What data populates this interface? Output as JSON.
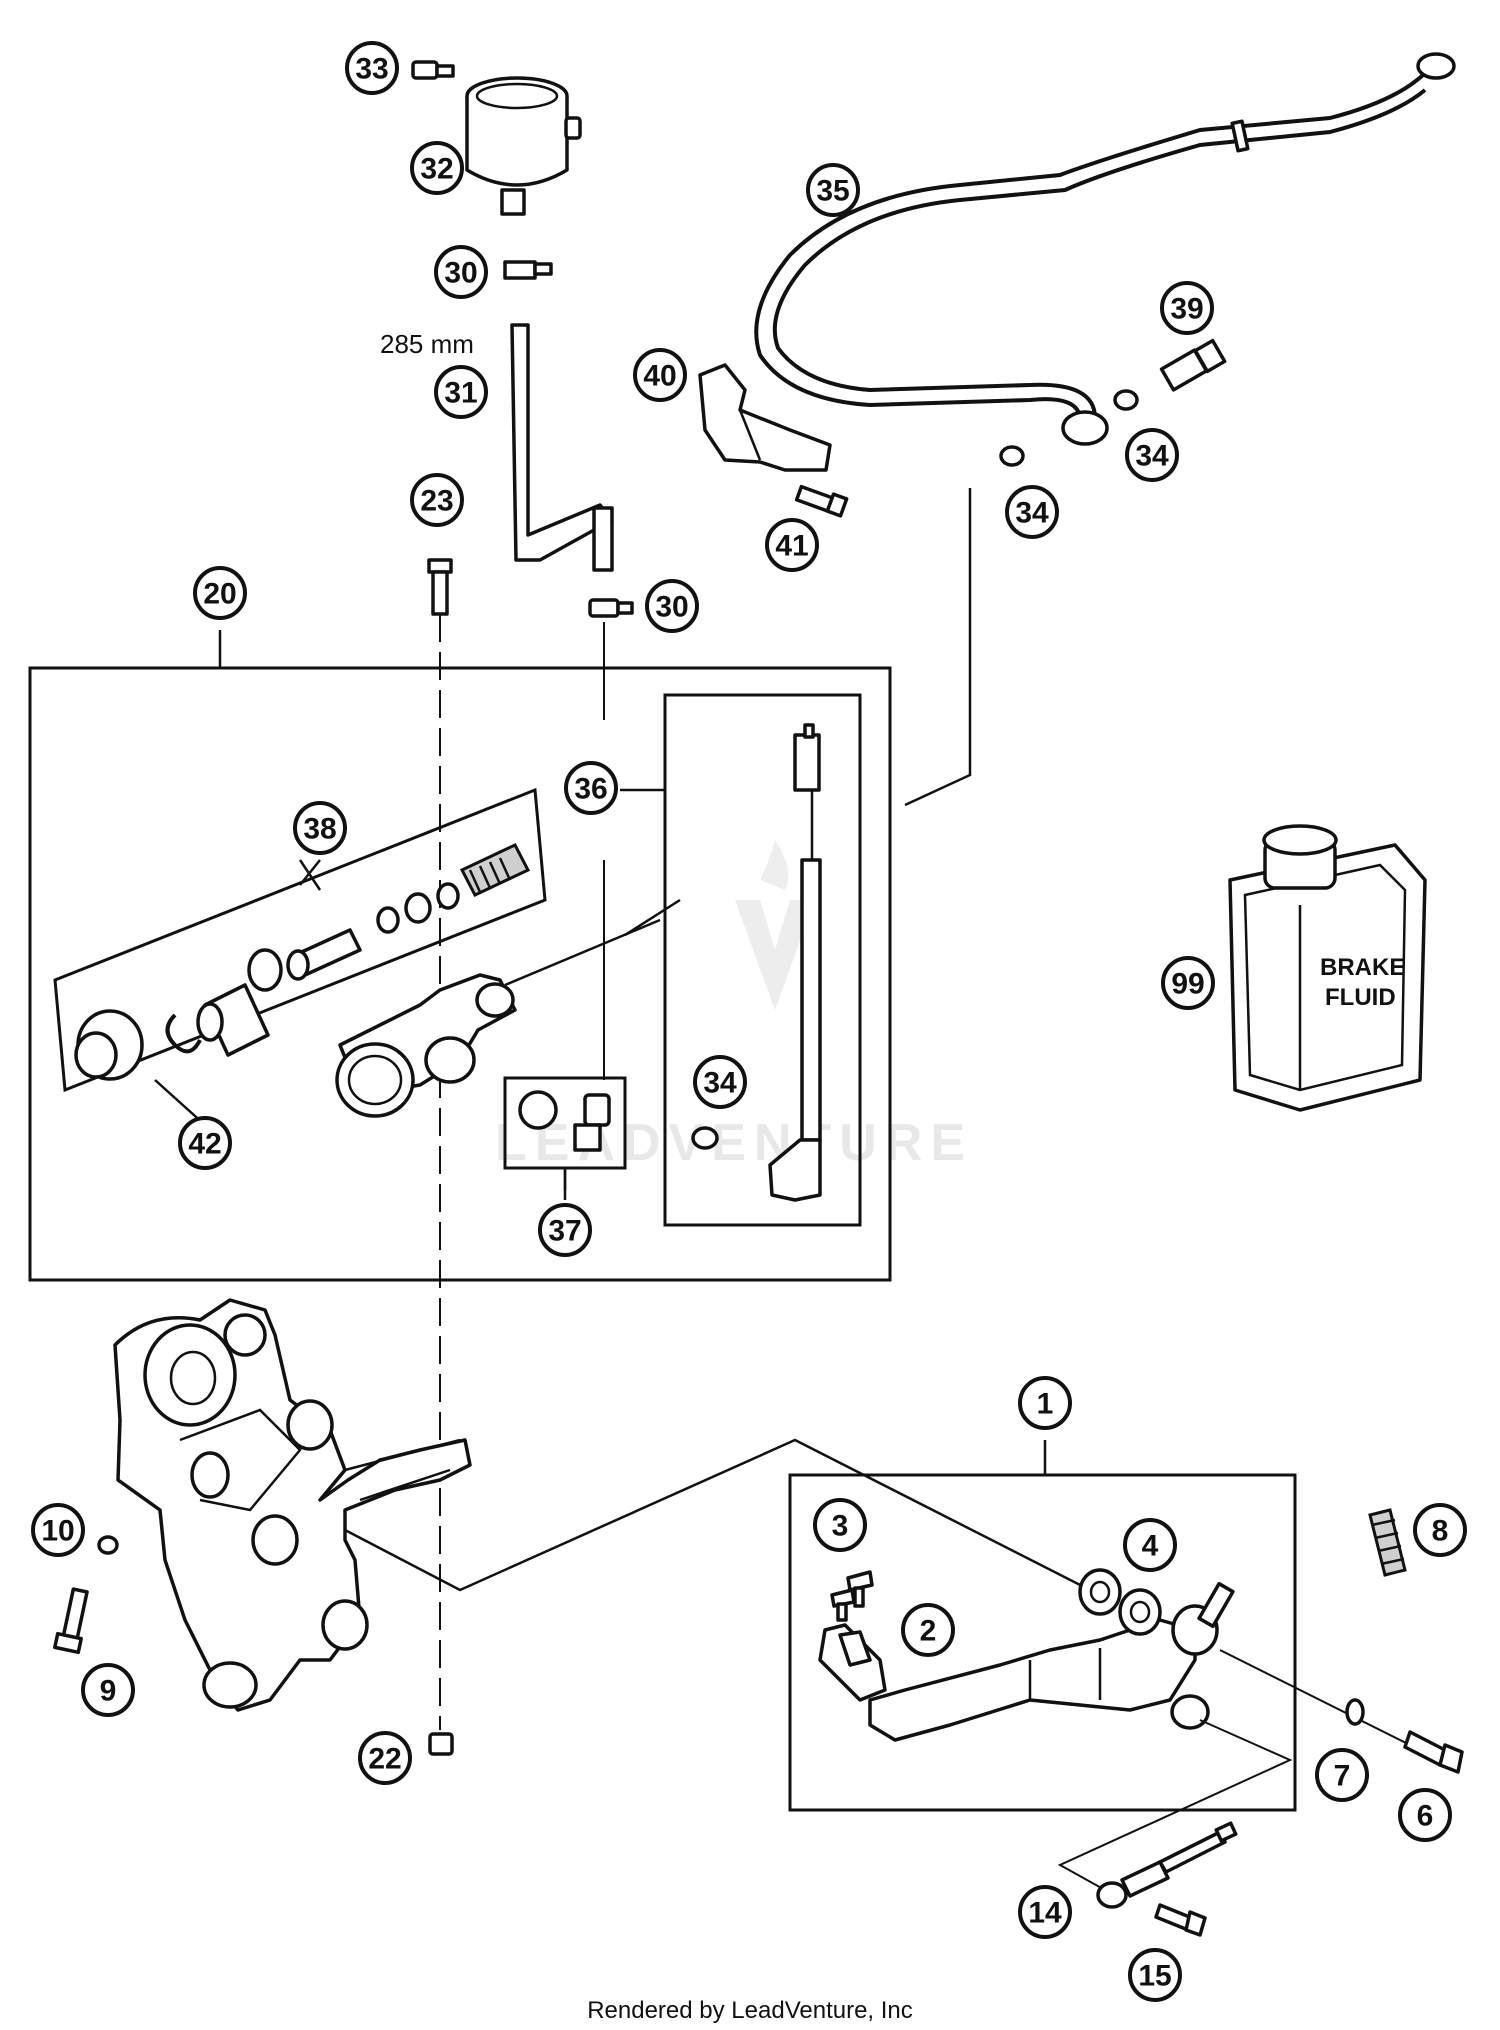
{
  "diagram": {
    "measure_label": "285 mm",
    "fluid_label_line1": "BRAKE",
    "fluid_label_line2": "FLUID",
    "footer": "Rendered by LeadVenture, Inc",
    "watermark": "LEADVENTURE"
  },
  "callouts": [
    {
      "id": "c33",
      "label": "33"
    },
    {
      "id": "c32",
      "label": "32"
    },
    {
      "id": "c30a",
      "label": "30"
    },
    {
      "id": "c31",
      "label": "31"
    },
    {
      "id": "c35",
      "label": "35"
    },
    {
      "id": "c39",
      "label": "39"
    },
    {
      "id": "c40",
      "label": "40"
    },
    {
      "id": "c34a",
      "label": "34"
    },
    {
      "id": "c34b",
      "label": "34"
    },
    {
      "id": "c41",
      "label": "41"
    },
    {
      "id": "c23",
      "label": "23"
    },
    {
      "id": "c30b",
      "label": "30"
    },
    {
      "id": "c20",
      "label": "20"
    },
    {
      "id": "c36",
      "label": "36"
    },
    {
      "id": "c38",
      "label": "38"
    },
    {
      "id": "c99",
      "label": "99"
    },
    {
      "id": "c34c",
      "label": "34"
    },
    {
      "id": "c42",
      "label": "42"
    },
    {
      "id": "c37",
      "label": "37"
    },
    {
      "id": "c1",
      "label": "1"
    },
    {
      "id": "c3",
      "label": "3"
    },
    {
      "id": "c4",
      "label": "4"
    },
    {
      "id": "c8",
      "label": "8"
    },
    {
      "id": "c10",
      "label": "10"
    },
    {
      "id": "c2",
      "label": "2"
    },
    {
      "id": "c9",
      "label": "9"
    },
    {
      "id": "c22",
      "label": "22"
    },
    {
      "id": "c7",
      "label": "7"
    },
    {
      "id": "c6",
      "label": "6"
    },
    {
      "id": "c14",
      "label": "14"
    },
    {
      "id": "c15",
      "label": "15"
    }
  ]
}
